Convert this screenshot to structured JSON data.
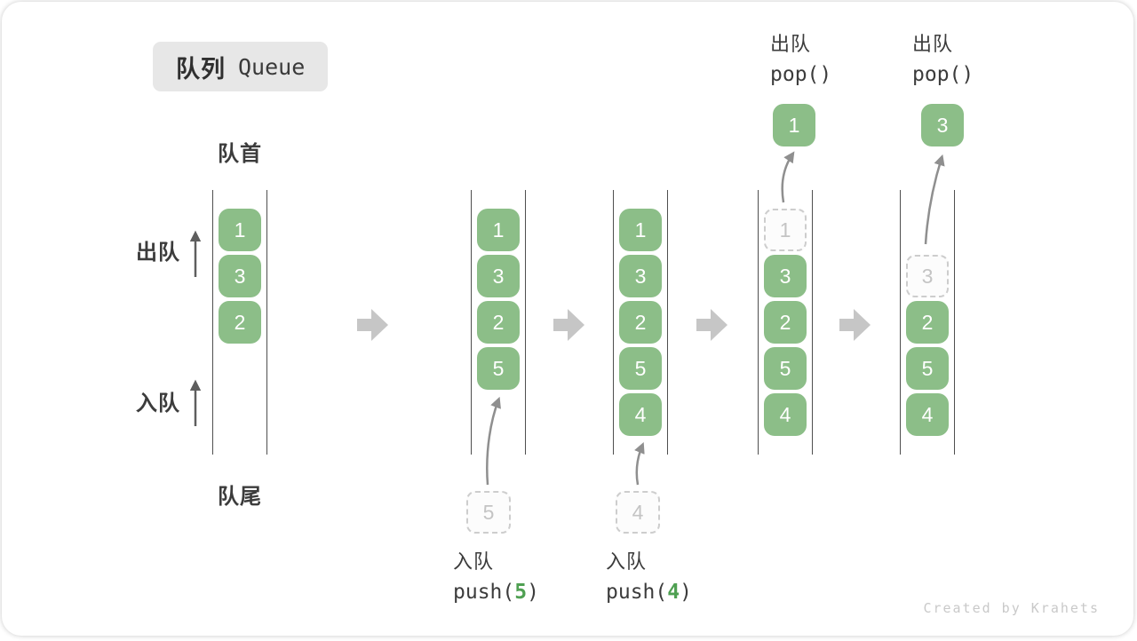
{
  "title": {
    "zh": "队列",
    "en": "Queue"
  },
  "side_labels": {
    "front": "队首",
    "rear": "队尾",
    "dequeue": "出队",
    "enqueue": "入队"
  },
  "watermark": "Created by Krahets",
  "colors": {
    "cell_green": "#8CBE88",
    "accent_green": "#4FA052",
    "text_dark": "#3C3C3C",
    "rail_line": "#4F4F4F",
    "ghost_border": "#CDCDCD",
    "ghost_text": "#C4C4C4",
    "curve_arrow": "#8F8F8F",
    "block_arrow": "#C6C6C6",
    "badge_bg": "#E7E7E7",
    "watermark_gray": "#C9C9C9"
  },
  "diagram": {
    "states": [
      {
        "cells": [
          {
            "slot": 0,
            "value": "1",
            "type": "filled"
          },
          {
            "slot": 1,
            "value": "3",
            "type": "filled"
          },
          {
            "slot": 2,
            "value": "2",
            "type": "filled"
          }
        ]
      },
      {
        "cells": [
          {
            "slot": 0,
            "value": "1",
            "type": "filled"
          },
          {
            "slot": 1,
            "value": "3",
            "type": "filled"
          },
          {
            "slot": 2,
            "value": "2",
            "type": "filled"
          },
          {
            "slot": 3,
            "value": "5",
            "type": "filled"
          }
        ],
        "incoming": {
          "value": "5"
        },
        "op": {
          "action": "入队",
          "fn": "push(",
          "arg": "5",
          "close": ")"
        }
      },
      {
        "cells": [
          {
            "slot": 0,
            "value": "1",
            "type": "filled"
          },
          {
            "slot": 1,
            "value": "3",
            "type": "filled"
          },
          {
            "slot": 2,
            "value": "2",
            "type": "filled"
          },
          {
            "slot": 3,
            "value": "5",
            "type": "filled"
          },
          {
            "slot": 4,
            "value": "4",
            "type": "filled"
          }
        ],
        "incoming": {
          "value": "4"
        },
        "op": {
          "action": "入队",
          "fn": "push(",
          "arg": "4",
          "close": ")"
        }
      },
      {
        "cells": [
          {
            "slot": 0,
            "value": "1",
            "type": "ghost"
          },
          {
            "slot": 1,
            "value": "3",
            "type": "filled"
          },
          {
            "slot": 2,
            "value": "2",
            "type": "filled"
          },
          {
            "slot": 3,
            "value": "5",
            "type": "filled"
          },
          {
            "slot": 4,
            "value": "4",
            "type": "filled"
          }
        ],
        "popped": {
          "value": "1"
        },
        "pop_label": {
          "action": "出队",
          "code": "pop()"
        }
      },
      {
        "cells": [
          {
            "slot": 1,
            "value": "3",
            "type": "ghost"
          },
          {
            "slot": 2,
            "value": "2",
            "type": "filled"
          },
          {
            "slot": 3,
            "value": "5",
            "type": "filled"
          },
          {
            "slot": 4,
            "value": "4",
            "type": "filled"
          }
        ],
        "popped": {
          "value": "3"
        },
        "pop_label": {
          "action": "出队",
          "code": "pop()"
        }
      }
    ]
  }
}
